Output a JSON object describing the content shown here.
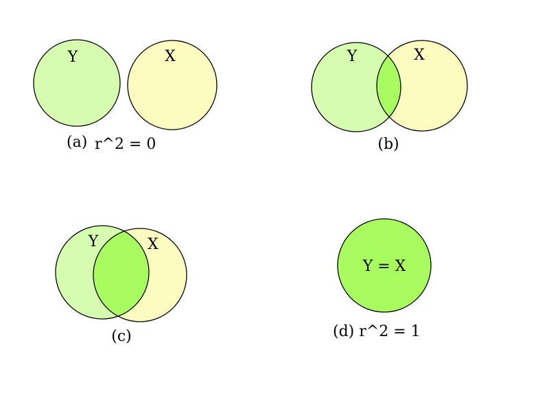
{
  "colors": {
    "y_fill": "#d6fcb0",
    "x_fill": "#fcfcc0",
    "overlap_fill": "#a8fc60",
    "stroke": "#000000"
  },
  "panels": {
    "a": {
      "y_label": "Y",
      "x_label": "X",
      "caption_id": "(a)",
      "caption_expr": "r^2 = 0"
    },
    "b": {
      "y_label": "Y",
      "x_label": "X",
      "caption_id": "(b)"
    },
    "c": {
      "y_label": "Y",
      "x_label": "X",
      "caption_id": "(c)"
    },
    "d": {
      "label": "Y = X",
      "caption": "(d) r^2 = 1"
    }
  }
}
